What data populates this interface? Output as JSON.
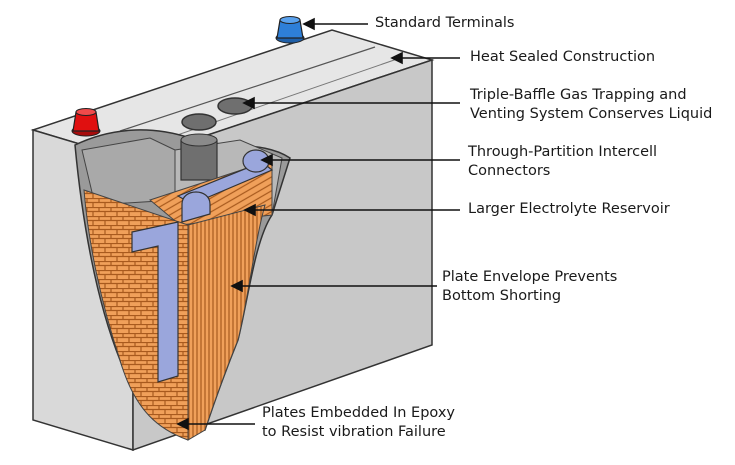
{
  "diagram": {
    "labels": {
      "standard_terminals": "Standard Terminals",
      "heat_sealed": "Heat Sealed Construction",
      "triple_baffle": {
        "line1": "Triple-Baffle Gas Trapping and",
        "line2": "Venting System Conserves Liquid"
      },
      "intercell": {
        "line1": "Through-Partition Intercell",
        "line2": "Connectors"
      },
      "reservoir": "Larger Electrolyte Reservoir",
      "plate_envelope": {
        "line1": "Plate Envelope Prevents",
        "line2": "Bottom Shorting"
      },
      "epoxy": {
        "line1": "Plates Embedded In Epoxy",
        "line2": "to Resist vibration Failure"
      }
    },
    "colors": {
      "case": "#d9d9d9",
      "case_top": "#e6e6e6",
      "case_side": "#c8c8c8",
      "plate_orange": "#f0a05a",
      "plate_line": "#a85a1e",
      "connector": "#9aa6dc",
      "terminal_positive": "#e01010",
      "terminal_negative": "#2e7fd8"
    }
  }
}
